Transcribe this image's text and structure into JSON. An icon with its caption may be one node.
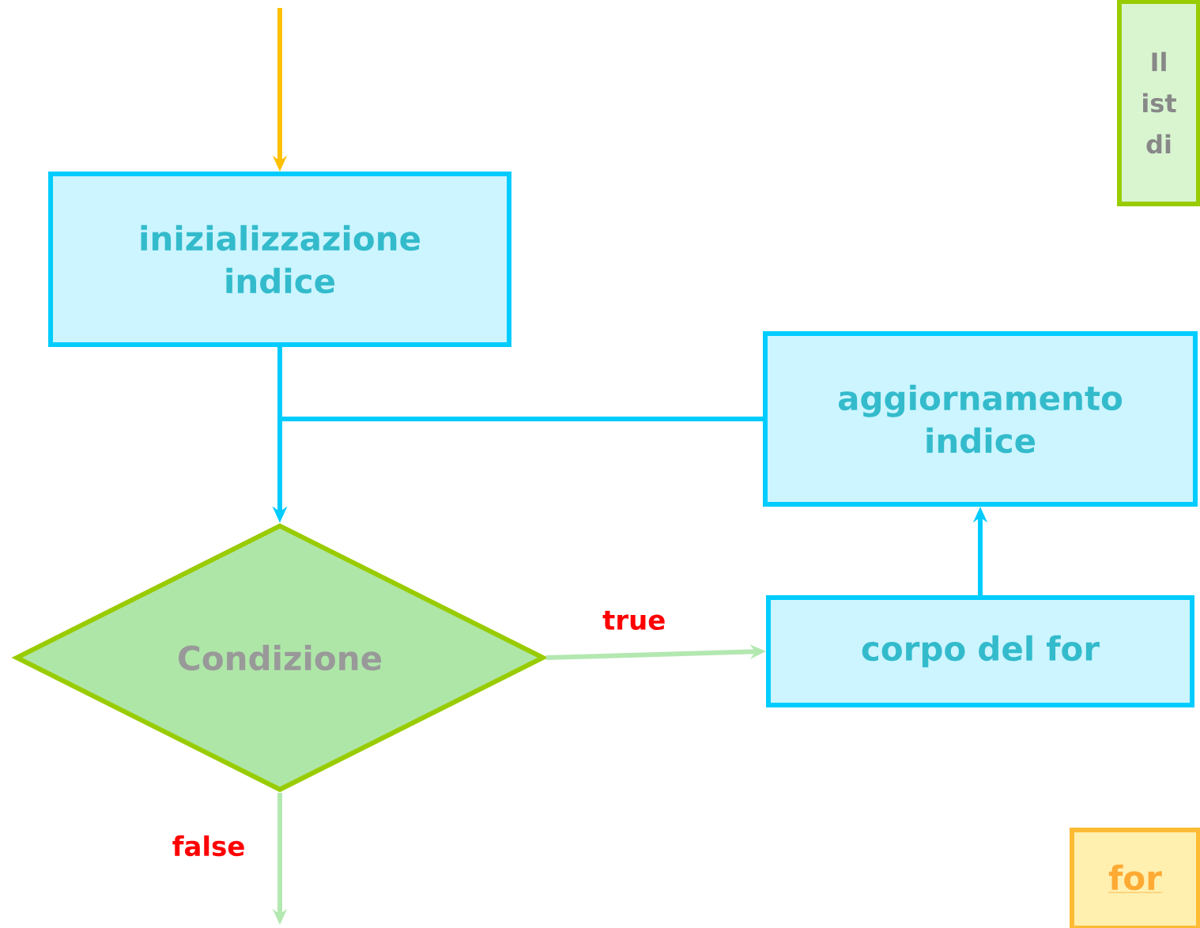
{
  "diagram": {
    "nodes": [
      {
        "text": [
          "Il ist di"
        ]
      },
      {
        "text": [
          "inizializzazione indice"
        ]
      },
      {
        "text": [
          "aggiornamento indice"
        ]
      },
      {
        "text": [
          "Condizione"
        ]
      },
      {
        "text": [
          "corpo del for"
        ]
      },
      {
        "text": [
          "for"
        ]
      }
    ],
    "edges": [
      {
        "from": null,
        "to": 1,
        "arrow": "to",
        "color": "#ffc000"
      },
      {
        "from": 1,
        "to": 3,
        "arrow": "to"
      },
      {
        "from": 2,
        "to": 3,
        "arrow": "to"
      },
      {
        "from": 3,
        "to": 4,
        "arrow": "to",
        "label": "true",
        "color": "#b3e8b0"
      },
      {
        "from": 4,
        "to": 2,
        "arrow": "to"
      },
      {
        "from": 3,
        "to": null,
        "arrow": "to",
        "label": "false",
        "color": "#b3e8b0"
      }
    ]
  }
}
